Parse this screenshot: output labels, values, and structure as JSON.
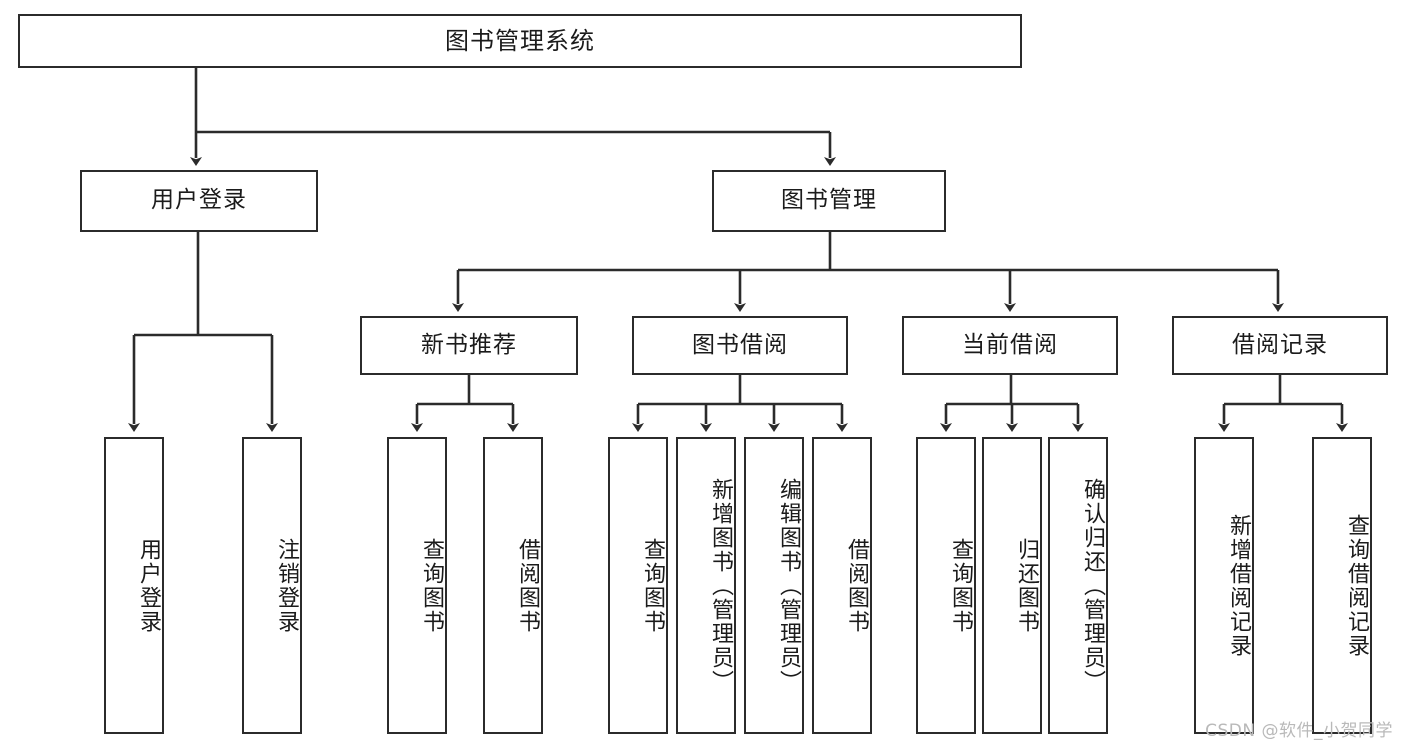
{
  "diagram": {
    "type": "tree",
    "title": "图书管理系统",
    "orientation": "top-down",
    "colors": {
      "background": "#ffffff",
      "node_border": "#2b2b2b",
      "node_fill": "#ffffff",
      "edge": "#2b2b2b",
      "text": "#1b1b1b",
      "watermark": "#b9b9b9"
    },
    "nodes": {
      "root": {
        "label": "图书管理系统",
        "level": 0,
        "text_direction": "horizontal"
      },
      "user_login": {
        "label": "用户登录",
        "level": 1,
        "text_direction": "horizontal"
      },
      "book_manage": {
        "label": "图书管理",
        "level": 1,
        "text_direction": "horizontal"
      },
      "new_book_rec": {
        "label": "新书推荐",
        "level": 2,
        "text_direction": "horizontal"
      },
      "book_borrow": {
        "label": "图书借阅",
        "level": 2,
        "text_direction": "horizontal"
      },
      "current_borrow": {
        "label": "当前借阅",
        "level": 2,
        "text_direction": "horizontal"
      },
      "borrow_record": {
        "label": "借阅记录",
        "level": 2,
        "text_direction": "horizontal"
      },
      "leaf_user_login": {
        "label": "用户登录",
        "level": 2,
        "text_direction": "vertical"
      },
      "leaf_logout": {
        "label": "注销登录",
        "level": 2,
        "text_direction": "vertical"
      },
      "leaf_query_book_1": {
        "label": "查询图书",
        "level": 3,
        "text_direction": "vertical"
      },
      "leaf_borrow_book_1": {
        "label": "借阅图书",
        "level": 3,
        "text_direction": "vertical"
      },
      "leaf_query_book_2": {
        "label": "查询图书",
        "level": 3,
        "text_direction": "vertical"
      },
      "leaf_add_book": {
        "label": "新增图书（管理员）",
        "level": 3,
        "text_direction": "vertical"
      },
      "leaf_edit_book": {
        "label": "编辑图书（管理员）",
        "level": 3,
        "text_direction": "vertical"
      },
      "leaf_borrow_book_2": {
        "label": "借阅图书",
        "level": 3,
        "text_direction": "vertical"
      },
      "leaf_query_book_3": {
        "label": "查询图书",
        "level": 3,
        "text_direction": "vertical"
      },
      "leaf_return_book": {
        "label": "归还图书",
        "level": 3,
        "text_direction": "vertical"
      },
      "leaf_confirm_return": {
        "label": "确认归还（管理员）",
        "level": 3,
        "text_direction": "vertical"
      },
      "leaf_add_record": {
        "label": "新增借阅记录",
        "level": 3,
        "text_direction": "vertical"
      },
      "leaf_query_record": {
        "label": "查询借阅记录",
        "level": 3,
        "text_direction": "vertical"
      }
    },
    "edges": [
      {
        "from": "root",
        "to": "user_login"
      },
      {
        "from": "root",
        "to": "book_manage"
      },
      {
        "from": "user_login",
        "to": "leaf_user_login"
      },
      {
        "from": "user_login",
        "to": "leaf_logout"
      },
      {
        "from": "book_manage",
        "to": "new_book_rec"
      },
      {
        "from": "book_manage",
        "to": "book_borrow"
      },
      {
        "from": "book_manage",
        "to": "current_borrow"
      },
      {
        "from": "book_manage",
        "to": "borrow_record"
      },
      {
        "from": "new_book_rec",
        "to": "leaf_query_book_1"
      },
      {
        "from": "new_book_rec",
        "to": "leaf_borrow_book_1"
      },
      {
        "from": "book_borrow",
        "to": "leaf_query_book_2"
      },
      {
        "from": "book_borrow",
        "to": "leaf_add_book"
      },
      {
        "from": "book_borrow",
        "to": "leaf_edit_book"
      },
      {
        "from": "book_borrow",
        "to": "leaf_borrow_book_2"
      },
      {
        "from": "current_borrow",
        "to": "leaf_query_book_3"
      },
      {
        "from": "current_borrow",
        "to": "leaf_return_book"
      },
      {
        "from": "current_borrow",
        "to": "leaf_confirm_return"
      },
      {
        "from": "borrow_record",
        "to": "leaf_add_record"
      },
      {
        "from": "borrow_record",
        "to": "leaf_query_record"
      }
    ]
  },
  "watermark": {
    "text": "CSDN @软件_小贺同学"
  }
}
